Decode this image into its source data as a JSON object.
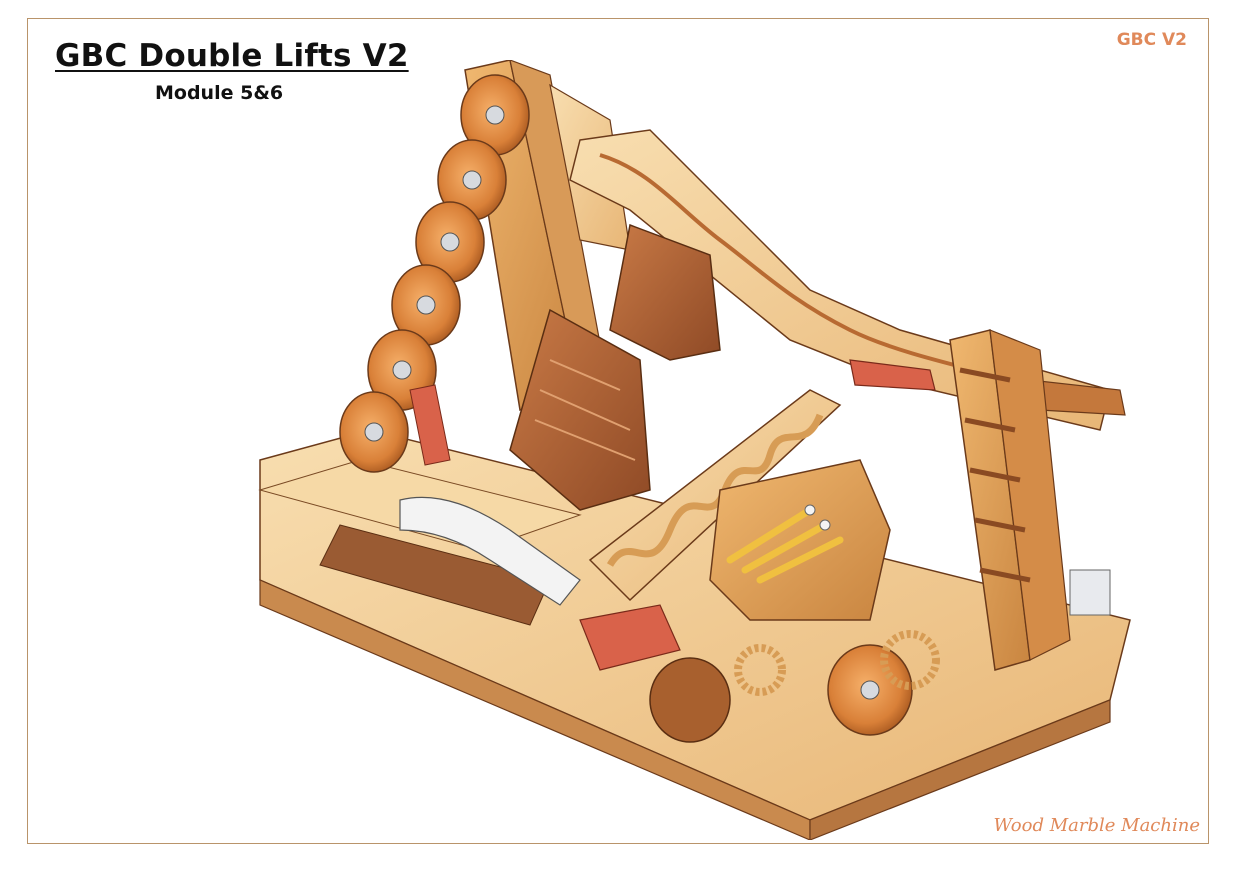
{
  "sheet": {
    "title": "GBC Double Lifts V2",
    "subtitle": "Module 5&6",
    "corner_tag": "GBC V2",
    "footer_tag": "Wood Marble Machine"
  },
  "colors": {
    "frame_border": "#b9946a",
    "accent_text": "#e0895a",
    "wood_light": "#f2c98a",
    "wood_mid": "#e0a35a",
    "wood_dark": "#b5653a",
    "wood_red": "#d9624a",
    "metal": "#c9ccd0"
  }
}
